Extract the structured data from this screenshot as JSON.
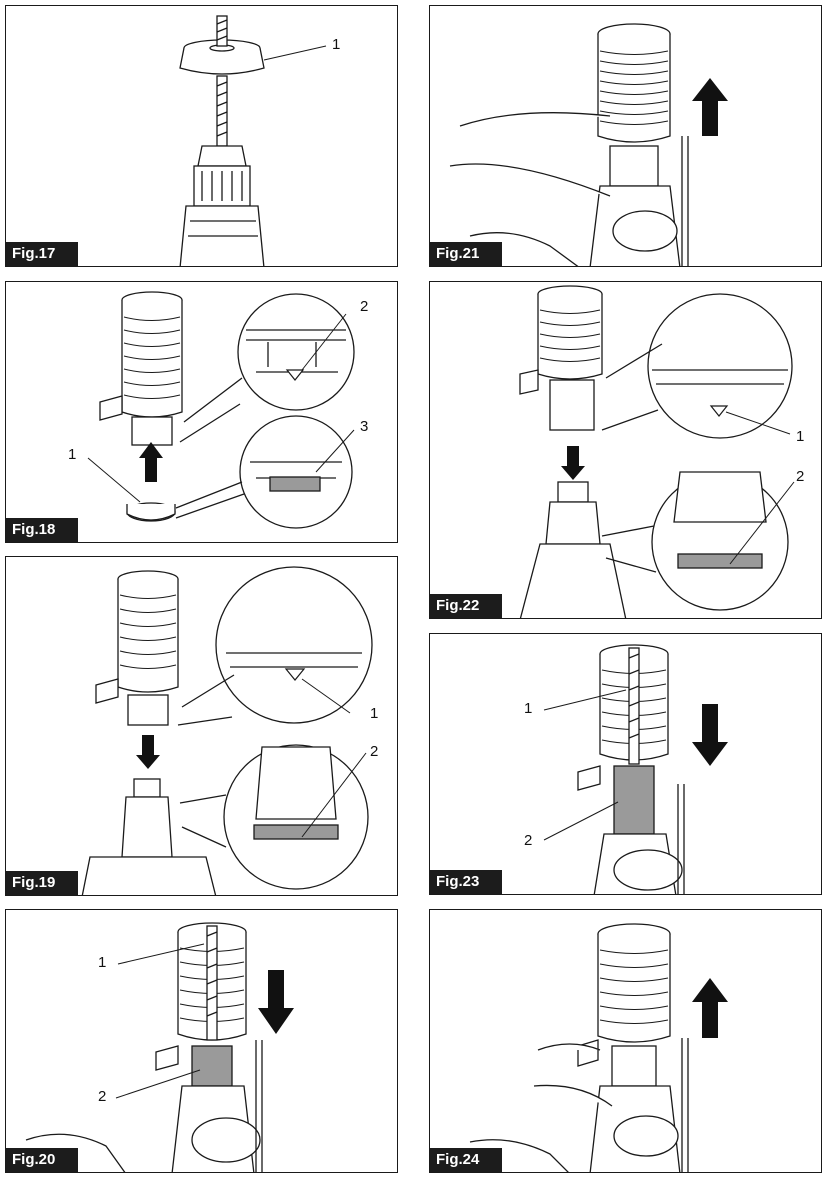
{
  "figures": [
    {
      "label": "Fig.17",
      "callouts": [
        "1"
      ]
    },
    {
      "label": "Fig.18",
      "callouts": [
        "1",
        "2",
        "3"
      ]
    },
    {
      "label": "Fig.19",
      "callouts": [
        "1",
        "2"
      ]
    },
    {
      "label": "Fig.20",
      "callouts": [
        "1",
        "2"
      ]
    },
    {
      "label": "Fig.21",
      "callouts": []
    },
    {
      "label": "Fig.22",
      "callouts": [
        "1",
        "2"
      ]
    },
    {
      "label": "Fig.23",
      "callouts": [
        "1",
        "2"
      ]
    },
    {
      "label": "Fig.24",
      "callouts": []
    }
  ],
  "colors": {
    "ink": "#1a1a1a",
    "label_bg": "#1c1c1c",
    "shade": "#9a9a9a"
  }
}
